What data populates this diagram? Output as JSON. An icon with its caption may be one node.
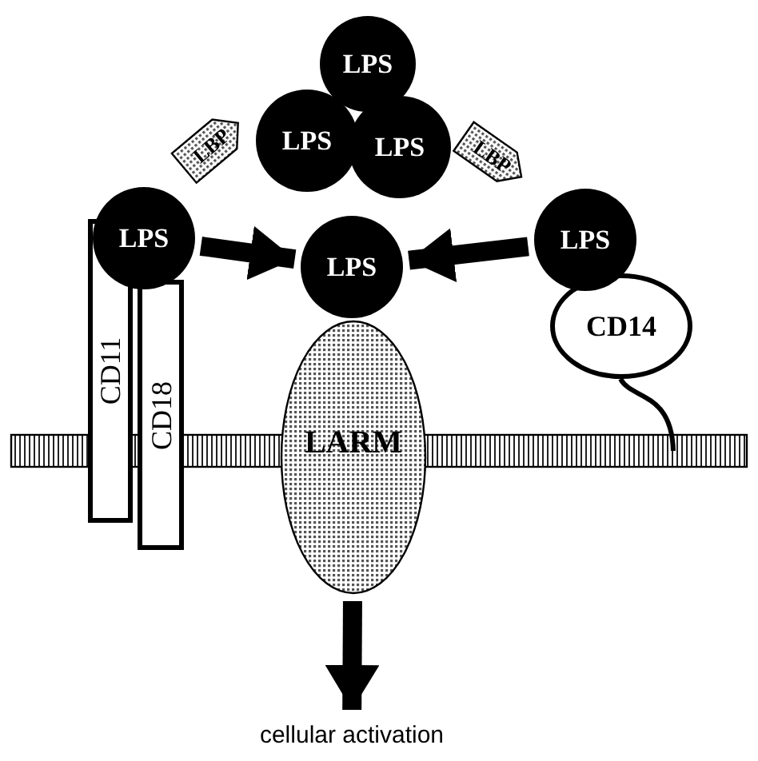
{
  "diagram": {
    "nodes": [
      {
        "text": [
          "LPS"
        ]
      },
      {
        "text": [
          "LBP"
        ]
      },
      {
        "text": [
          "LPS"
        ]
      },
      {
        "text": [
          "LPS"
        ]
      },
      {
        "text": [
          "LBP"
        ]
      },
      {
        "text": [
          "LPS"
        ]
      },
      {
        "text": [
          "LPS"
        ]
      },
      {
        "text": [
          "LPS"
        ]
      },
      {
        "text": [
          "CD14"
        ]
      },
      {
        "text": [
          "CD11"
        ]
      },
      {
        "text": [
          "CD18"
        ]
      },
      {
        "text": [
          "LARM"
        ]
      },
      {
        "text": [
          "cellular activation"
        ]
      }
    ],
    "edges": [
      {
        "from": 5,
        "to": 6,
        "arrow": "to"
      },
      {
        "from": 7,
        "to": 6,
        "arrow": "to"
      },
      {
        "from": 11,
        "to": 12,
        "arrow": "to"
      }
    ]
  }
}
